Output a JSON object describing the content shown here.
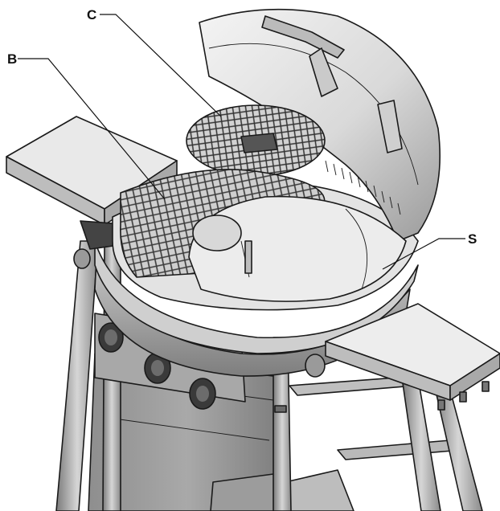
{
  "figure": {
    "labels": {
      "b": "B",
      "c": "C",
      "s": "S"
    }
  }
}
